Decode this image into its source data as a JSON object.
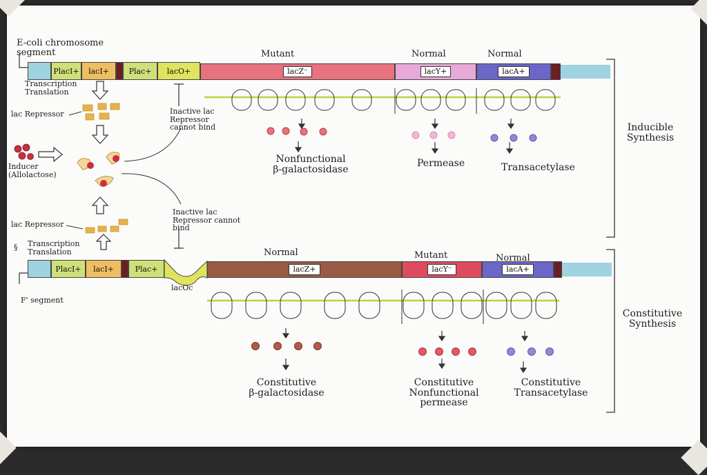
{
  "colors": {
    "paper": "#fbfbfa",
    "lacZ_mutant": "#e8727f",
    "lacZ_normal": "#9a5a44",
    "lacY_normal": "#e7a9d8",
    "lacY_mutant": "#e04a5e",
    "lacA": "#6b66c8",
    "promoter": "#cfe07a",
    "lacI": "#f0be62",
    "operator": "#dfe35e",
    "end_blue": "#9fd3df",
    "spacer": "#6a1f22",
    "mrna": "#b9d43c",
    "repressor": "#e8b24a",
    "inducer": "#c8303f"
  },
  "left": {
    "chromosome_label": "E-coli chromosome\nsegment",
    "top_transcription": "Transcription\nTranslation",
    "top_repressor": "lac Repressor",
    "inducer": "Inducer\n(Allolactose)",
    "inactive_top": "Inactive lac\nRepressor\ncannot bind",
    "inactive_bottom": "Inactive lac\nRepressor cannot\nbind",
    "bottom_repressor": "lac Repressor",
    "bottom_transcription": "Transcription\nTranslation",
    "f_segment": "F' segment",
    "f_mark": "§"
  },
  "top_row": {
    "genes": {
      "placI": "PlacI+",
      "lacI": "lacI+",
      "plac": "Plac+",
      "laco": "lacO+",
      "lacZ": "lacZ⁻",
      "lacY": "lacY+",
      "lacA": "lacA+"
    },
    "status": {
      "lacZ": "Mutant",
      "lacY": "Normal",
      "lacA": "Normal"
    },
    "products": {
      "lacZ": "Nonfunctional\nβ-galactosidase",
      "lacY": "Permease",
      "lacA": "Transacetylase"
    },
    "side": "Inducible\nSynthesis"
  },
  "bottom_row": {
    "genes": {
      "placI": "PlacI+",
      "lacI": "lacI+",
      "plac": "Plac+",
      "laco": "lacOc",
      "lacZ": "lacZ+",
      "lacY": "lacY⁻",
      "lacA": "lacA+"
    },
    "status": {
      "lacZ": "Normal",
      "lacY": "Mutant",
      "lacA": "Normal"
    },
    "products": {
      "lacZ": "Constitutive\nβ-galactosidase",
      "lacY": "Constitutive\nNonfunctional\npermease",
      "lacA": "Constitutive\nTransacetylase"
    },
    "side": "Constitutive\nSynthesis"
  }
}
